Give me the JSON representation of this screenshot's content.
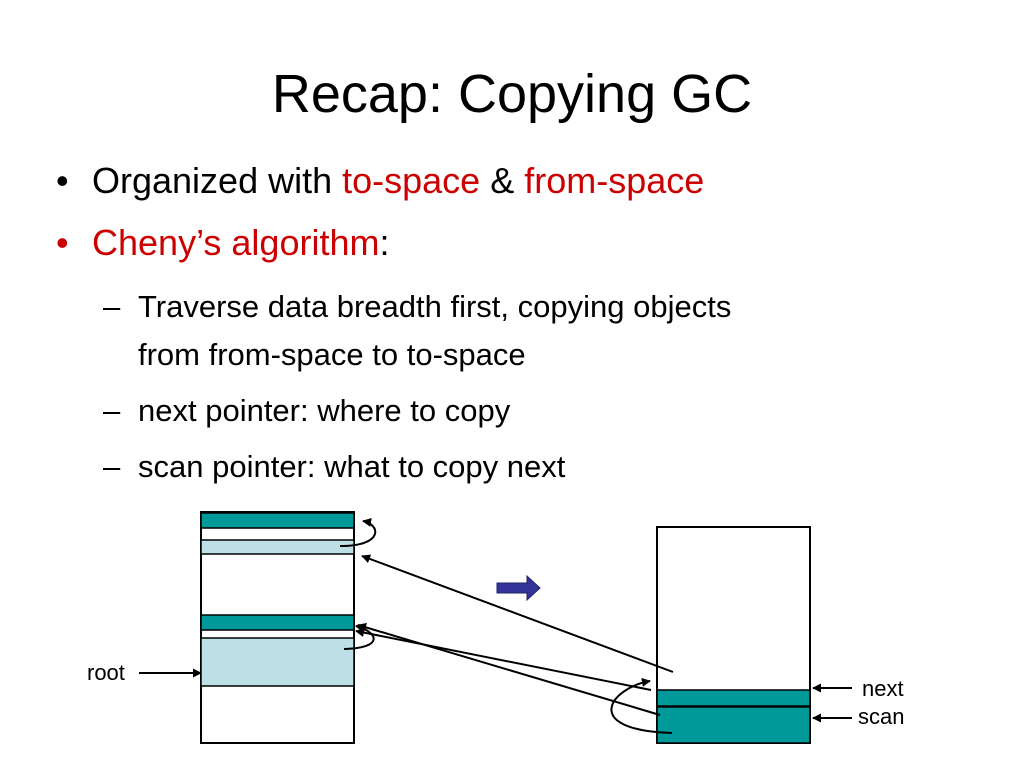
{
  "slide": {
    "title": "Recap:  Copying GC",
    "bullets": [
      {
        "marker": "•",
        "parts": [
          {
            "text": "Organized with ",
            "color": "#000000"
          },
          {
            "text": "to-space",
            "color": "#cc0000"
          },
          {
            "text": " & ",
            "color": "#000000"
          },
          {
            "text": "from-space",
            "color": "#cc0000"
          }
        ]
      },
      {
        "marker": "•",
        "marker_color": "#cc0000",
        "parts": [
          {
            "text": "Cheny’s algorithm",
            "color": "#cc0000"
          },
          {
            "text": ":",
            "color": "#000000"
          }
        ]
      }
    ],
    "subbullets": [
      {
        "marker": "–",
        "lines": [
          "Traverse data breadth first, copying objects",
          "from from-space to to-space"
        ]
      },
      {
        "marker": "–",
        "lines": [
          "next pointer: where to copy"
        ]
      },
      {
        "marker": "–",
        "lines": [
          "scan pointer: what to copy next"
        ]
      }
    ]
  },
  "diagram": {
    "labels": {
      "root": "root",
      "next": "next",
      "scan": "scan"
    },
    "colors": {
      "teal": "#009999",
      "light_blue": "#bde0e6",
      "arrow_indicator": "#333399",
      "stroke": "#000000"
    },
    "icons": {
      "direction": "right-arrow-icon"
    }
  }
}
